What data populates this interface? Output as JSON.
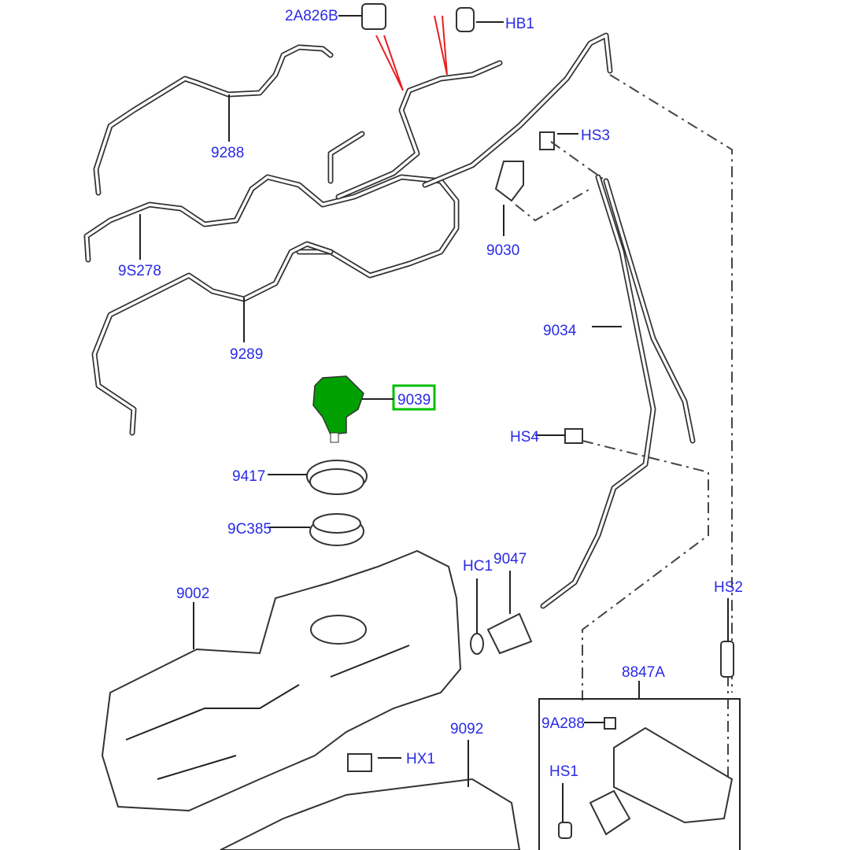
{
  "diagram": {
    "highlight_color": "#00a000",
    "label_color": "#2a2ae8",
    "selected_part": "9039",
    "labels": {
      "p2A826B": "2A826B",
      "HB1": "HB1",
      "p9288": "9288",
      "p9S278": "9S278",
      "p9289": "9289",
      "p9030": "9030",
      "HS3": "HS3",
      "p9034": "9034",
      "p9039": "9039",
      "HS4": "HS4",
      "p9417": "9417",
      "p9C385": "9C385",
      "HC1": "HC1",
      "p9047": "9047",
      "p9002": "9002",
      "HS2": "HS2",
      "p8847A": "8847A",
      "p9A288": "9A288",
      "p9092": "9092",
      "HX1": "HX1",
      "HS1": "HS1"
    }
  }
}
